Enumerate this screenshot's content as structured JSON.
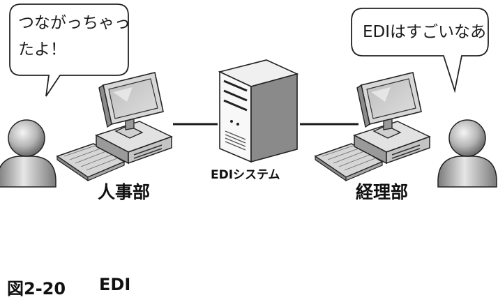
{
  "left_bubble": {
    "lines": [
      "つながっちゃっ",
      "たよ！"
    ]
  },
  "right_bubble": {
    "text": "EDIはすごいなあ"
  },
  "server_label": "EDIシステム",
  "left_department": "人事部",
  "right_department": "経理部",
  "caption": {
    "figure_number": "図2-20",
    "title": "EDI"
  },
  "colors": {
    "line": "#1a1a1a",
    "bubble_border": "#222222",
    "person_light": "#f2f2f2",
    "person_dark": "#6e6e6e"
  },
  "icons": [
    "person-icon",
    "computer-icon",
    "server-icon",
    "speech-bubble"
  ]
}
